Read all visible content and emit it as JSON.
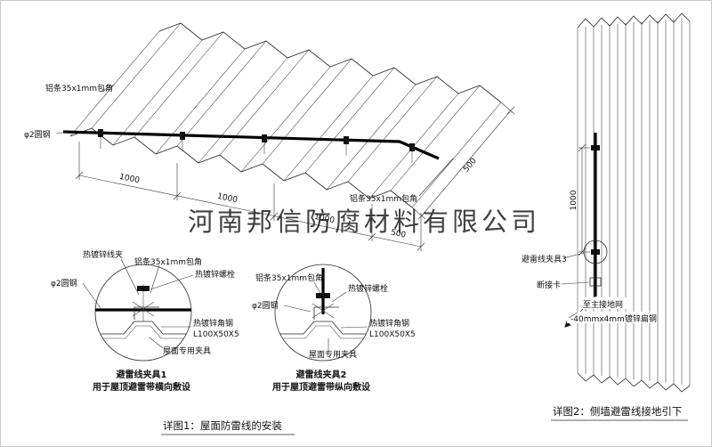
{
  "watermark": "河南邦信防腐材料有限公司",
  "roof": {
    "label_al_strip_top": "铝条35x1mm包角",
    "label_round_steel": "φ2圆钢",
    "label_al_strip_right": "铝条35x1mm包角",
    "dims": [
      "1000",
      "1000",
      "1000",
      "500"
    ],
    "dim_edge": "500"
  },
  "detail1": {
    "label_wire_clip": "热镀锌线夹",
    "label_al_strip": "铝条35x1mm包角",
    "label_bolt": "热镀锌螺栓",
    "label_round_steel": "φ2圆钢",
    "label_angle_steel": "热镀锌角钢",
    "label_angle_spec": "L100X50X5",
    "label_roof_clamp": "屋面专用夹具",
    "title": "避雷线夹具1",
    "subtitle": "用于屋顶避雷带横向敷设"
  },
  "detail2": {
    "label_al_strip": "铝条35x1mm包角",
    "label_bolt": "热镀锌螺栓",
    "label_round_steel": "φ2圆钢",
    "label_angle_steel": "热镀锌角钢",
    "label_angle_spec": "L100X50X5",
    "label_roof_clamp": "屋面专用夹具",
    "title": "避雷线夹具2",
    "subtitle": "用于屋顶避雷带纵向敷设"
  },
  "wall": {
    "dim": "1000",
    "label_clamp3": "避雷线夹具3",
    "label_disconnect": "断接卡",
    "label_to_ground": "至主接地网",
    "label_flat_steel": "-40mmx4mm镀锌扁钢"
  },
  "captions": {
    "detail1": "详图1：屋面防雷线的安装",
    "detail2": "详图2：侧墙避雷线接地引下"
  },
  "colors": {
    "ink": "#111111",
    "red": "#cc1111",
    "watermark": "#9e9e9e"
  }
}
